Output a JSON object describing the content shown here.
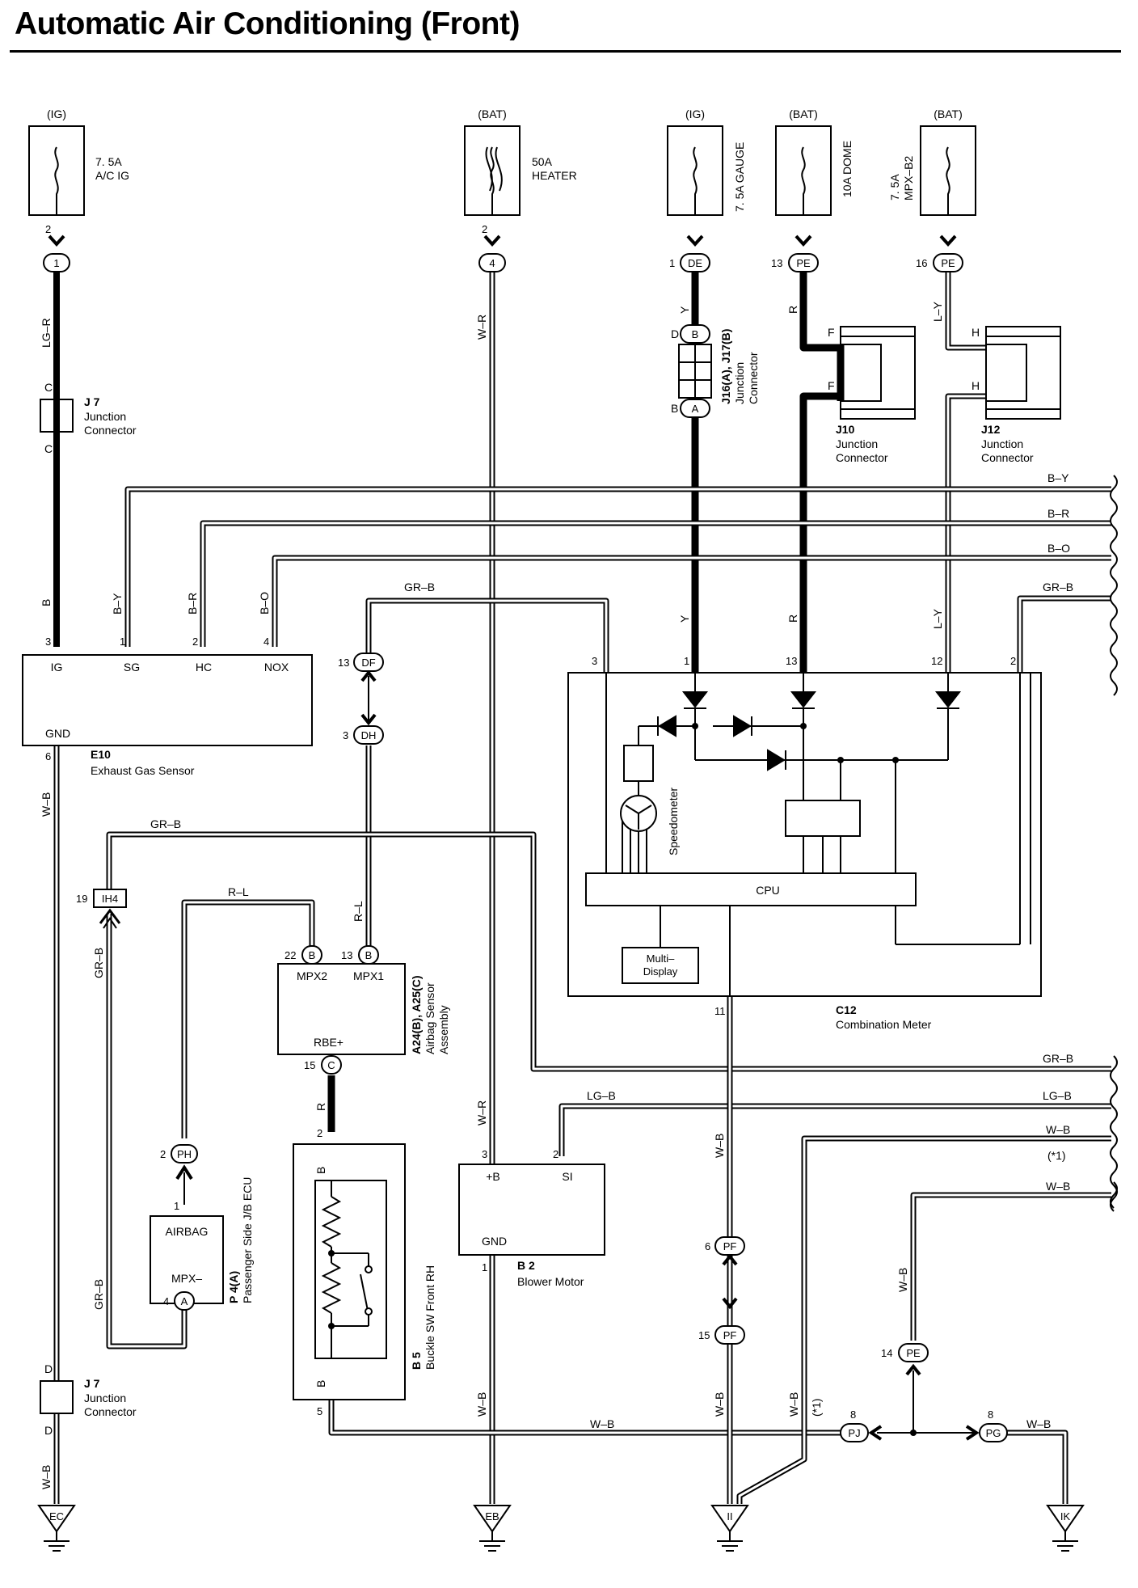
{
  "title": "Automatic Air Conditioning (Front)",
  "fuses": [
    {
      "supply": "(IG)",
      "name_line1": "7. 5A",
      "name_line2": "A/C IG",
      "pin": "2",
      "connector": "1"
    },
    {
      "supply": "(BAT)",
      "name_line1": "50A",
      "name_line2": "HEATER",
      "pin": "2",
      "connector": "4"
    },
    {
      "supply": "(IG)",
      "name_line1": "7. 5A GAUGE",
      "name_line2": "",
      "pin": "1",
      "connector": "DE"
    },
    {
      "supply": "(BAT)",
      "name_line1": "10A DOME",
      "name_line2": "",
      "pin": "13",
      "connector": "PE"
    },
    {
      "supply": "(BAT)",
      "name_line1": "7. 5A",
      "name_line2": "MPX–B2",
      "pin": "16",
      "connector": "PE"
    }
  ],
  "wires": {
    "lg_r": "LG–R",
    "w_r": "W–R",
    "y": "Y",
    "r": "R",
    "l_y": "L–Y",
    "b_y": "B–Y",
    "b_r": "B–R",
    "b_o": "B–O",
    "gr_b": "GR–B",
    "b": "B",
    "r_l": "R–L",
    "w_b": "W–B",
    "lg_b": "LG–B",
    "star1": "(*1)"
  },
  "j7_top": {
    "id": "J 7",
    "line1": "Junction",
    "line2": "Connector",
    "pin_top": "C",
    "pin_bottom": "C"
  },
  "j7_bottom": {
    "id": "J 7",
    "line1": "Junction",
    "line2": "Connector",
    "pin_top": "D",
    "pin_bottom": "D"
  },
  "j16": {
    "id": "J16(A), J17(B)",
    "line1": "Junction",
    "line2": "Connector",
    "pin_top": "D",
    "conn_top": "B",
    "pin_bottom": "B",
    "conn_bottom": "A"
  },
  "j10": {
    "id": "J10",
    "line1": "Junction",
    "line2": "Connector",
    "pin": "F"
  },
  "j12": {
    "id": "J12",
    "line1": "Junction",
    "line2": "Connector",
    "pin": "H"
  },
  "e10": {
    "id": "E10",
    "name": "Exhaust Gas Sensor",
    "terminals": [
      "IG",
      "SG",
      "HC",
      "NOX",
      "GND"
    ],
    "pins": [
      "3",
      "1",
      "2",
      "4",
      "6"
    ]
  },
  "c12": {
    "id": "C12",
    "name": "Combination Meter",
    "pins": [
      "3",
      "1",
      "13",
      "12",
      "2",
      "11"
    ],
    "cpu": "CPU",
    "speedometer": "Speedometer",
    "display_line1": "Multi–",
    "display_line2": "Display"
  },
  "connectors": {
    "df": "DF",
    "df_pin": "13",
    "dh": "DH",
    "dh_pin": "3",
    "ih4": "IH4",
    "ih4_pin": "19",
    "ph": "PH",
    "ph_pin": "2",
    "pf_top": "PF",
    "pf_top_pin": "6",
    "pf_bottom": "PF",
    "pf_bottom_pin": "15",
    "pe14": "PE",
    "pe14_pin": "14",
    "pj": "PJ",
    "pj_pin": "8",
    "pg": "PG",
    "pg_pin": "8"
  },
  "a24": {
    "id": "A24(B), A25(C)",
    "line1": "Airbag Sensor",
    "line2": "Assembly",
    "mpx2": "MPX2",
    "mpx1": "MPX1",
    "rbe": "RBE+",
    "pin_mpx2": "22",
    "conn_mpx2": "B",
    "pin_mpx1": "13",
    "conn_mpx1": "B",
    "pin_rbe": "15",
    "conn_rbe": "C"
  },
  "p4": {
    "id": "P 4(A)",
    "name": "Passenger Side J/B ECU",
    "airbag": "AIRBAG",
    "mpx": "MPX–",
    "pin_airbag": "1",
    "pin_mpx": "4",
    "conn_mpx": "A"
  },
  "b5": {
    "id": "B 5",
    "name": "Buckle SW Front RH",
    "pin_top": "2",
    "pin_bottom": "5"
  },
  "b2": {
    "id": "B 2",
    "name": "Blower Motor",
    "b_plus": "+B",
    "si": "SI",
    "gnd": "GND",
    "pin_b": "3",
    "pin_si": "2",
    "pin_gnd": "1"
  },
  "grounds": [
    "EC",
    "EB",
    "II",
    "IK"
  ]
}
